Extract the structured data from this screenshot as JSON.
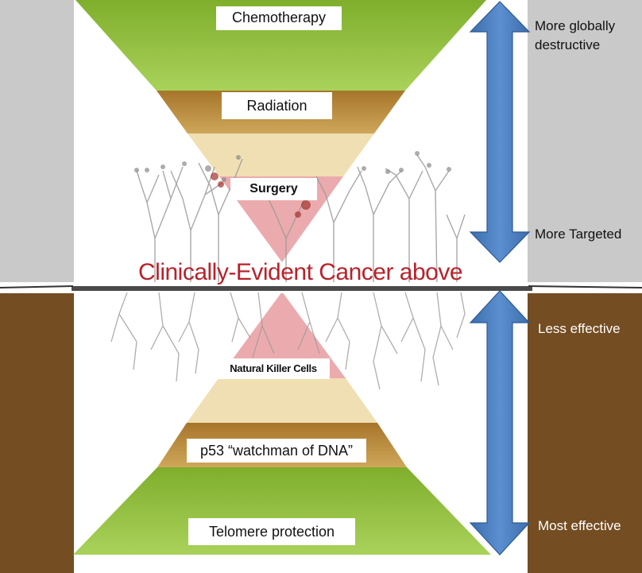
{
  "top_stack": {
    "chemotherapy": "Chemotherapy",
    "radiation": "Radiation",
    "surgery": "Surgery"
  },
  "divider_text": "Clinically-Evident Cancer above",
  "bottom_stack": {
    "nk_cells": "Natural Killer Cells",
    "p53": "p53 “watchman of DNA”",
    "telomere": "Telomere protection"
  },
  "right_labels": {
    "top_upper": "More globally destructive",
    "top_lower": "More Targeted",
    "bottom_upper": "Less effective",
    "bottom_lower": "Most effective"
  },
  "colors": {
    "gray_panel": "#c9c9c9",
    "brown_panel": "#744d22",
    "green": "#8cbc3a",
    "gold": "#b78632",
    "tan": "#f0dfb2",
    "pink": "#e89ca0",
    "arrow_blue": "#4a7dbd",
    "headline_red": "#b8222b"
  }
}
